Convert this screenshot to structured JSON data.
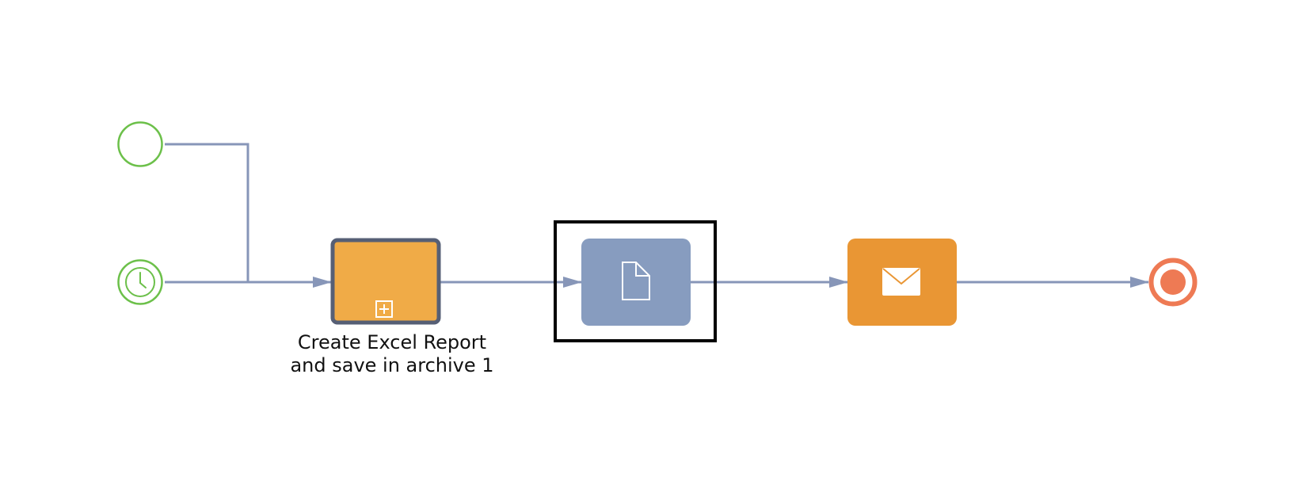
{
  "diagram": {
    "type": "bpmn-process",
    "elements": {
      "start_event": {
        "kind": "start-event"
      },
      "timer_start_event": {
        "kind": "timer-start-event",
        "icon": "clock-icon"
      },
      "subprocess": {
        "kind": "collapsed-subprocess",
        "icon": "plus-square-icon",
        "label_lines": [
          "Create Excel Report",
          "and save in archive 1"
        ]
      },
      "document_task": {
        "kind": "task",
        "icon": "document-icon",
        "selected": true
      },
      "send_task": {
        "kind": "send-task",
        "icon": "envelope-icon"
      },
      "end_event": {
        "kind": "end-event"
      }
    },
    "flows": [
      {
        "from": "start_event",
        "to": "subprocess"
      },
      {
        "from": "timer_start_event",
        "to": "subprocess"
      },
      {
        "from": "subprocess",
        "to": "document_task"
      },
      {
        "from": "document_task",
        "to": "send_task"
      },
      {
        "from": "send_task",
        "to": "end_event"
      }
    ],
    "colors": {
      "start_event": "#6cc04a",
      "flow": "#8796b8",
      "subprocess_fill": "#f0ab47",
      "subprocess_border": "#565f75",
      "document_task_fill": "#879cbf",
      "send_task_fill": "#e99634",
      "end_event": "#ee7a54",
      "selection": "#000000"
    }
  }
}
